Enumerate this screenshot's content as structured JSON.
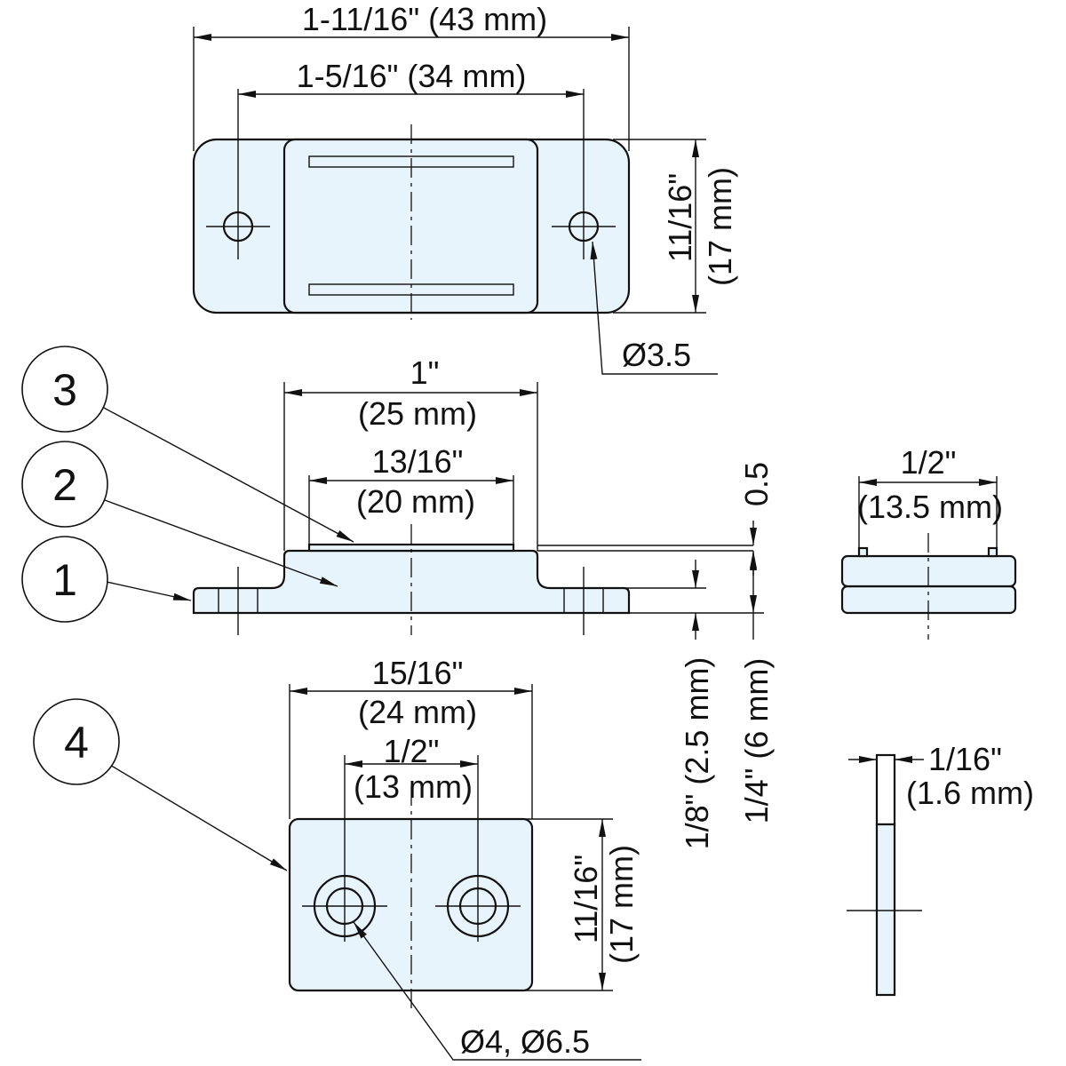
{
  "callouts": [
    "1",
    "2",
    "3",
    "4"
  ],
  "top_view": {
    "overall_width": "1-11/16\" (43 mm)",
    "hole_spacing": "1-5/16\" (34 mm)",
    "height_in": "11/16\"",
    "height_mm": "(17 mm)",
    "hole_diameter": "Ø3.5"
  },
  "side_view": {
    "body_width_in": "1\"",
    "body_width_mm": "(25 mm)",
    "magnet_width_in": "13/16\"",
    "magnet_width_mm": "(20 mm)",
    "gap": "0.5",
    "base_thickness": "1/8\" (2.5 mm)",
    "total_height": "1/4\" (6 mm)"
  },
  "end_view": {
    "width_in": "1/2\"",
    "width_mm": "(13.5 mm)"
  },
  "plate_view": {
    "width_in": "15/16\"",
    "width_mm": "(24 mm)",
    "hole_spacing_in": "1/2\"",
    "hole_spacing_mm": "(13 mm)",
    "height_in": "11/16\"",
    "height_mm": "(17 mm)",
    "hole_diameters": "Ø4, Ø6.5"
  },
  "plate_side_view": {
    "thickness_in": "1/16\"",
    "thickness_mm": "(1.6 mm)"
  }
}
